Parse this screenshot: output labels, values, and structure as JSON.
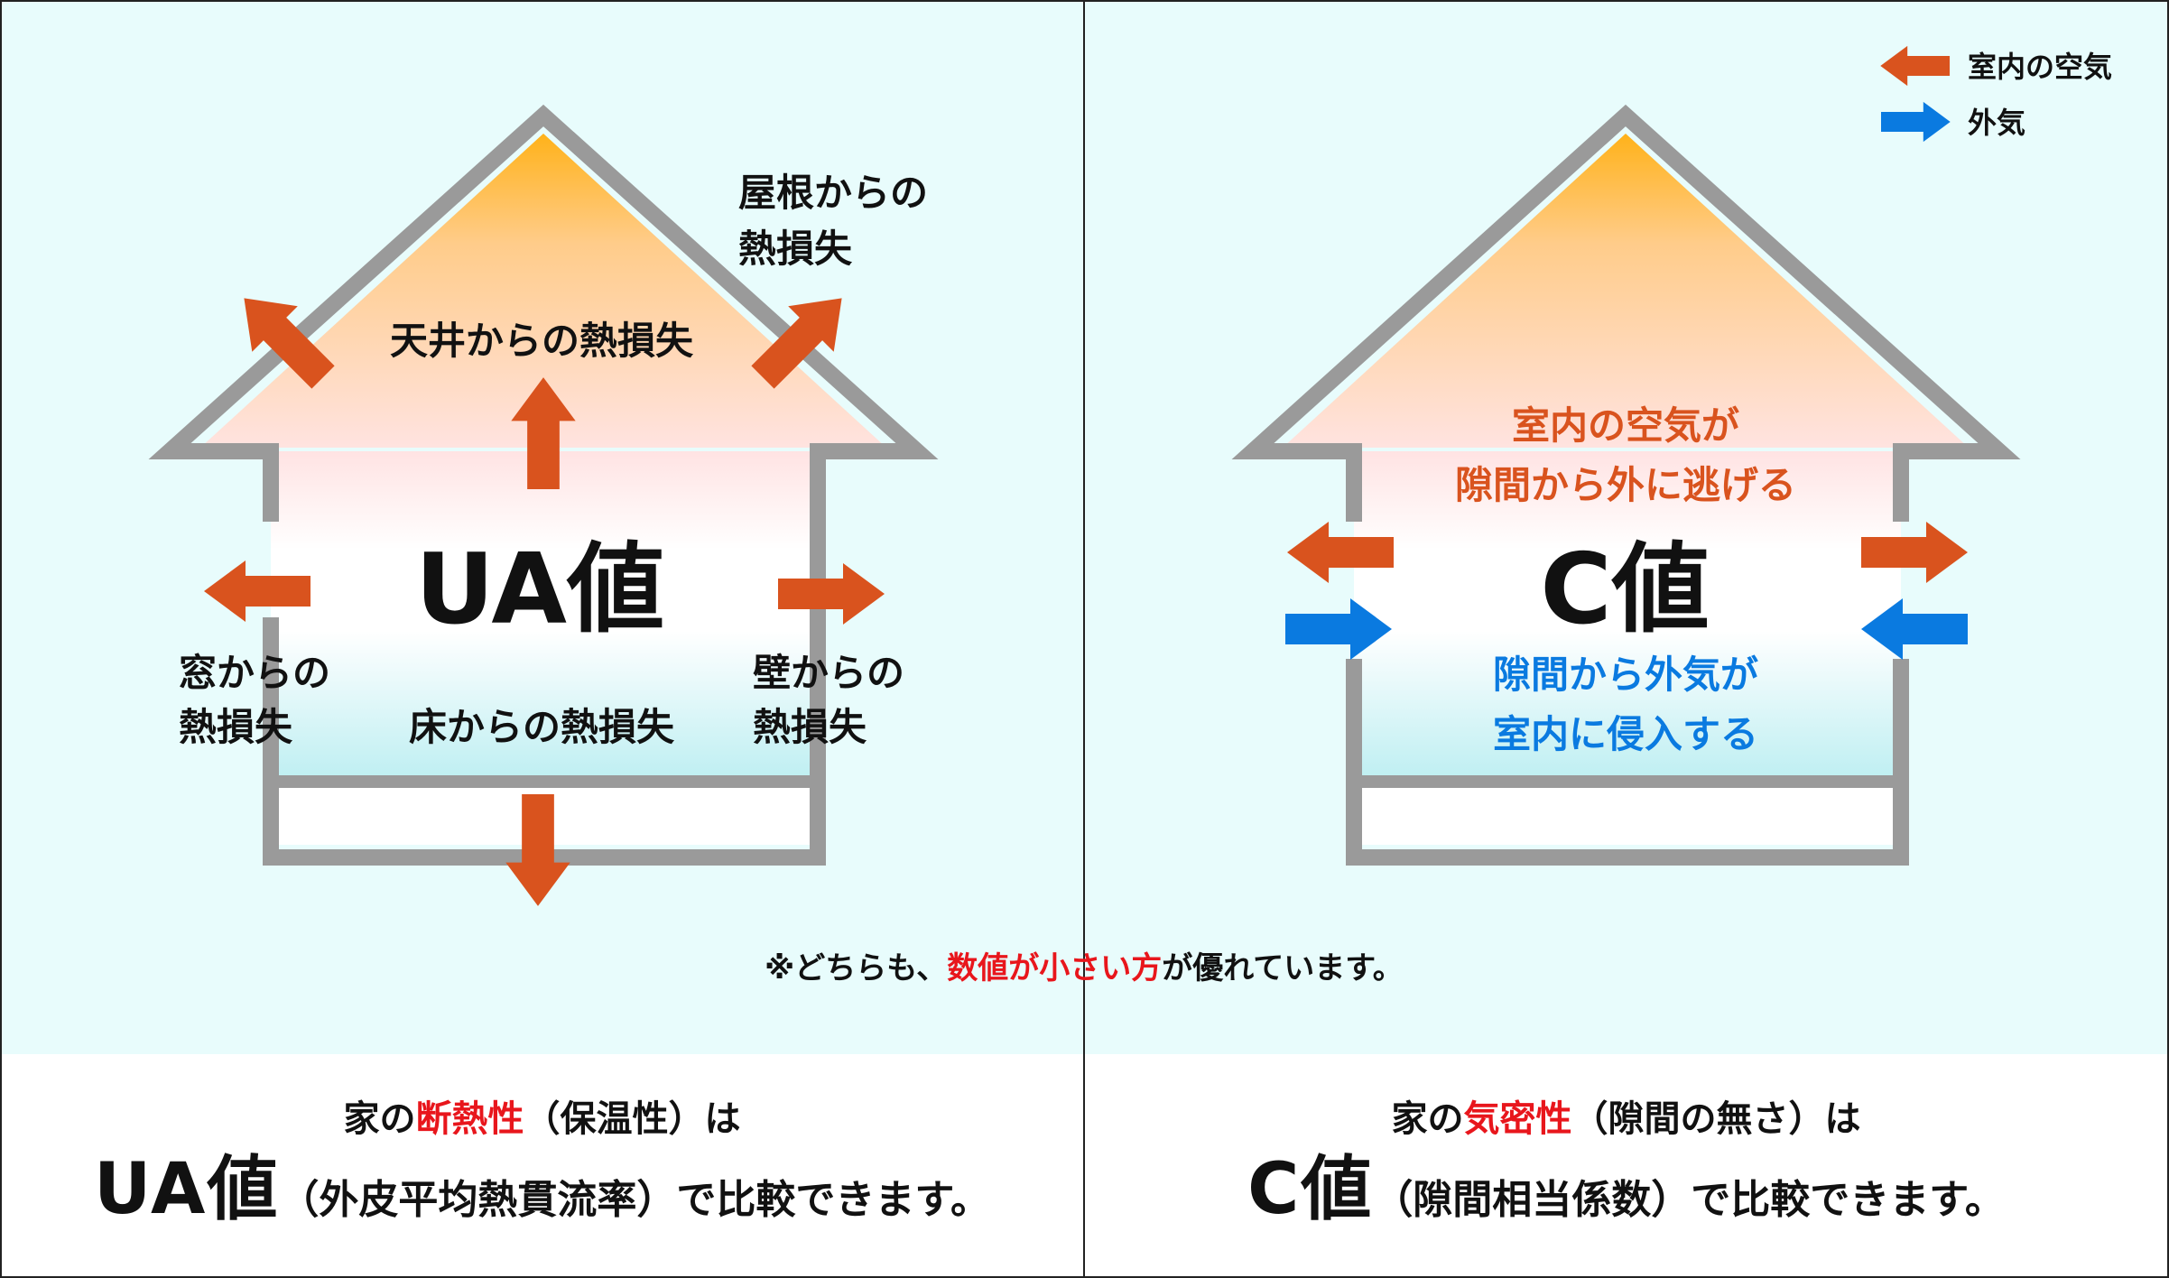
{
  "legend": {
    "indoor_air": "室内の空気",
    "outdoor_air": "外気"
  },
  "colors": {
    "background_top": "#e8fcfc",
    "house_stroke": "#9a9a9a",
    "heat_arrow": "#d9531e",
    "outdoor_arrow": "#0a7ae0",
    "highlight_red": "#e8161c",
    "roof_top": "#ffb21a",
    "roof_bottom": "#ffe3e0",
    "floor_tint": "#bfeff2"
  },
  "left_house": {
    "center_label": "UA値",
    "ceiling_loss": "天井からの熱損失",
    "roof_loss": [
      "屋根からの",
      "熱損失"
    ],
    "window_loss": [
      "窓からの",
      "熱損失"
    ],
    "wall_loss": [
      "壁からの",
      "熱損失"
    ],
    "floor_loss": "床からの熱損失"
  },
  "right_house": {
    "center_label": "C値",
    "escape_text": [
      "室内の空気が",
      "隙間から外に逃げる"
    ],
    "intrude_text": [
      "隙間から外気が",
      "室内に侵入する"
    ]
  },
  "note": {
    "prefix": "※どちらも、",
    "highlight": "数値が小さい方",
    "suffix": "が優れています。"
  },
  "caption_left": {
    "line1_prefix": "家の",
    "line1_highlight": "断熱性",
    "line1_suffix": "（保温性）は",
    "line2_big": "UA値",
    "line2_rest": "（外皮平均熱貫流率）で比較できます。"
  },
  "caption_right": {
    "line1_prefix": "家の",
    "line1_highlight": "気密性",
    "line1_suffix": "（隙間の無さ）は",
    "line2_big": "C値",
    "line2_rest": "（隙間相当係数）で比較できます。"
  }
}
